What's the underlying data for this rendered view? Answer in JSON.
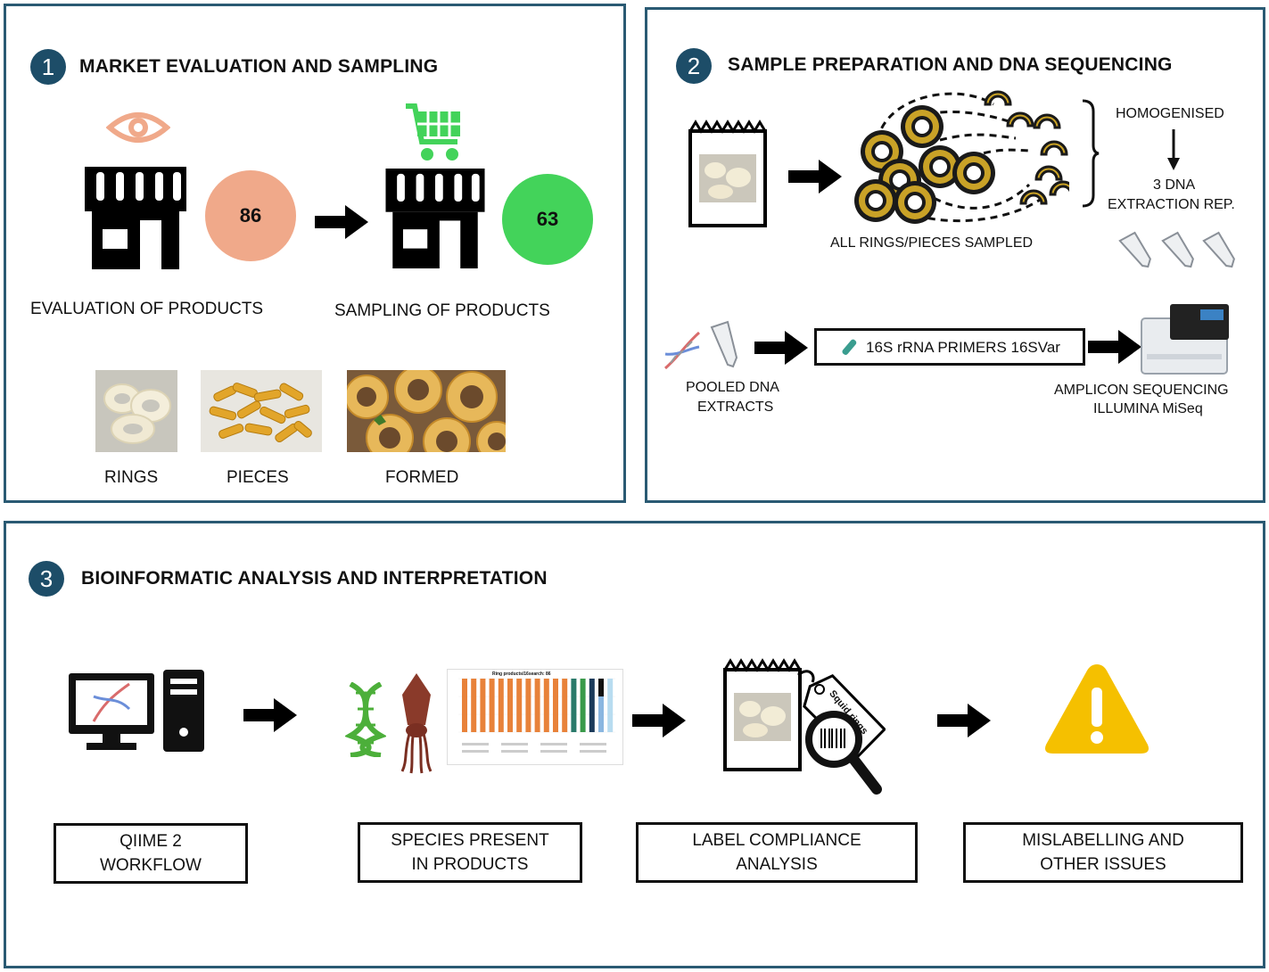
{
  "panels": {
    "p1": {
      "number": "1",
      "title": "MARKET EVALUATION AND SAMPLING",
      "evaluated_count": "86",
      "sampled_count": "63",
      "eval_label": "EVALUATION OF PRODUCTS",
      "sampling_label": "SAMPLING OF PRODUCTS",
      "product_types": [
        "RINGS",
        "PIECES",
        "FORMED"
      ]
    },
    "p2": {
      "number": "2",
      "title": "SAMPLE PREPARATION AND DNA SEQUENCING",
      "all_sampled": "ALL RINGS/PIECES SAMPLED",
      "homogenised": "HOMOGENISED",
      "extraction_line1": "3 DNA",
      "extraction_line2": "EXTRACTION REP.",
      "pooled_line1": "POOLED DNA",
      "pooled_line2": "EXTRACTS",
      "primers": "16S rRNA PRIMERS 16SVar",
      "sequencing_line1": "AMPLICON SEQUENCING",
      "sequencing_line2": "ILLUMINA MiSeq"
    },
    "p3": {
      "number": "3",
      "title": "BIOINFORMATIC ANALYSIS AND INTERPRETATION",
      "steps": [
        {
          "line1": "QIIME 2",
          "line2": "WORKFLOW"
        },
        {
          "line1": "SPECIES PRESENT",
          "line2": "IN PRODUCTS"
        },
        {
          "line1": "LABEL COMPLIANCE",
          "line2": "ANALYSIS"
        },
        {
          "line1": "MISLABELLING AND",
          "line2": "OTHER ISSUES"
        }
      ],
      "mini_chart_title": "Ring products/16search: 86",
      "tag_text": "Squid rings"
    }
  },
  "colors": {
    "border": "#2a5a73",
    "number_badge": "#1d4d68",
    "evaluated_circle": "#f0a98a",
    "sampled_circle": "#43d35a",
    "eye_icon": "#f0a98a",
    "cart_icon": "#43d35a",
    "ring_gold": "#c9a227",
    "warning": "#f5c000",
    "dna_green": "#4caf3a"
  },
  "icons": [
    "eye-icon",
    "shopping-cart-icon",
    "storefront-icon",
    "arrow-right-icon",
    "food-bag-icon",
    "squid-ring-icon",
    "tube-icon",
    "dna-icon",
    "sequencer-icon",
    "computer-icon",
    "squid-icon",
    "bar-chart-icon",
    "magnifier-icon",
    "warning-icon"
  ]
}
